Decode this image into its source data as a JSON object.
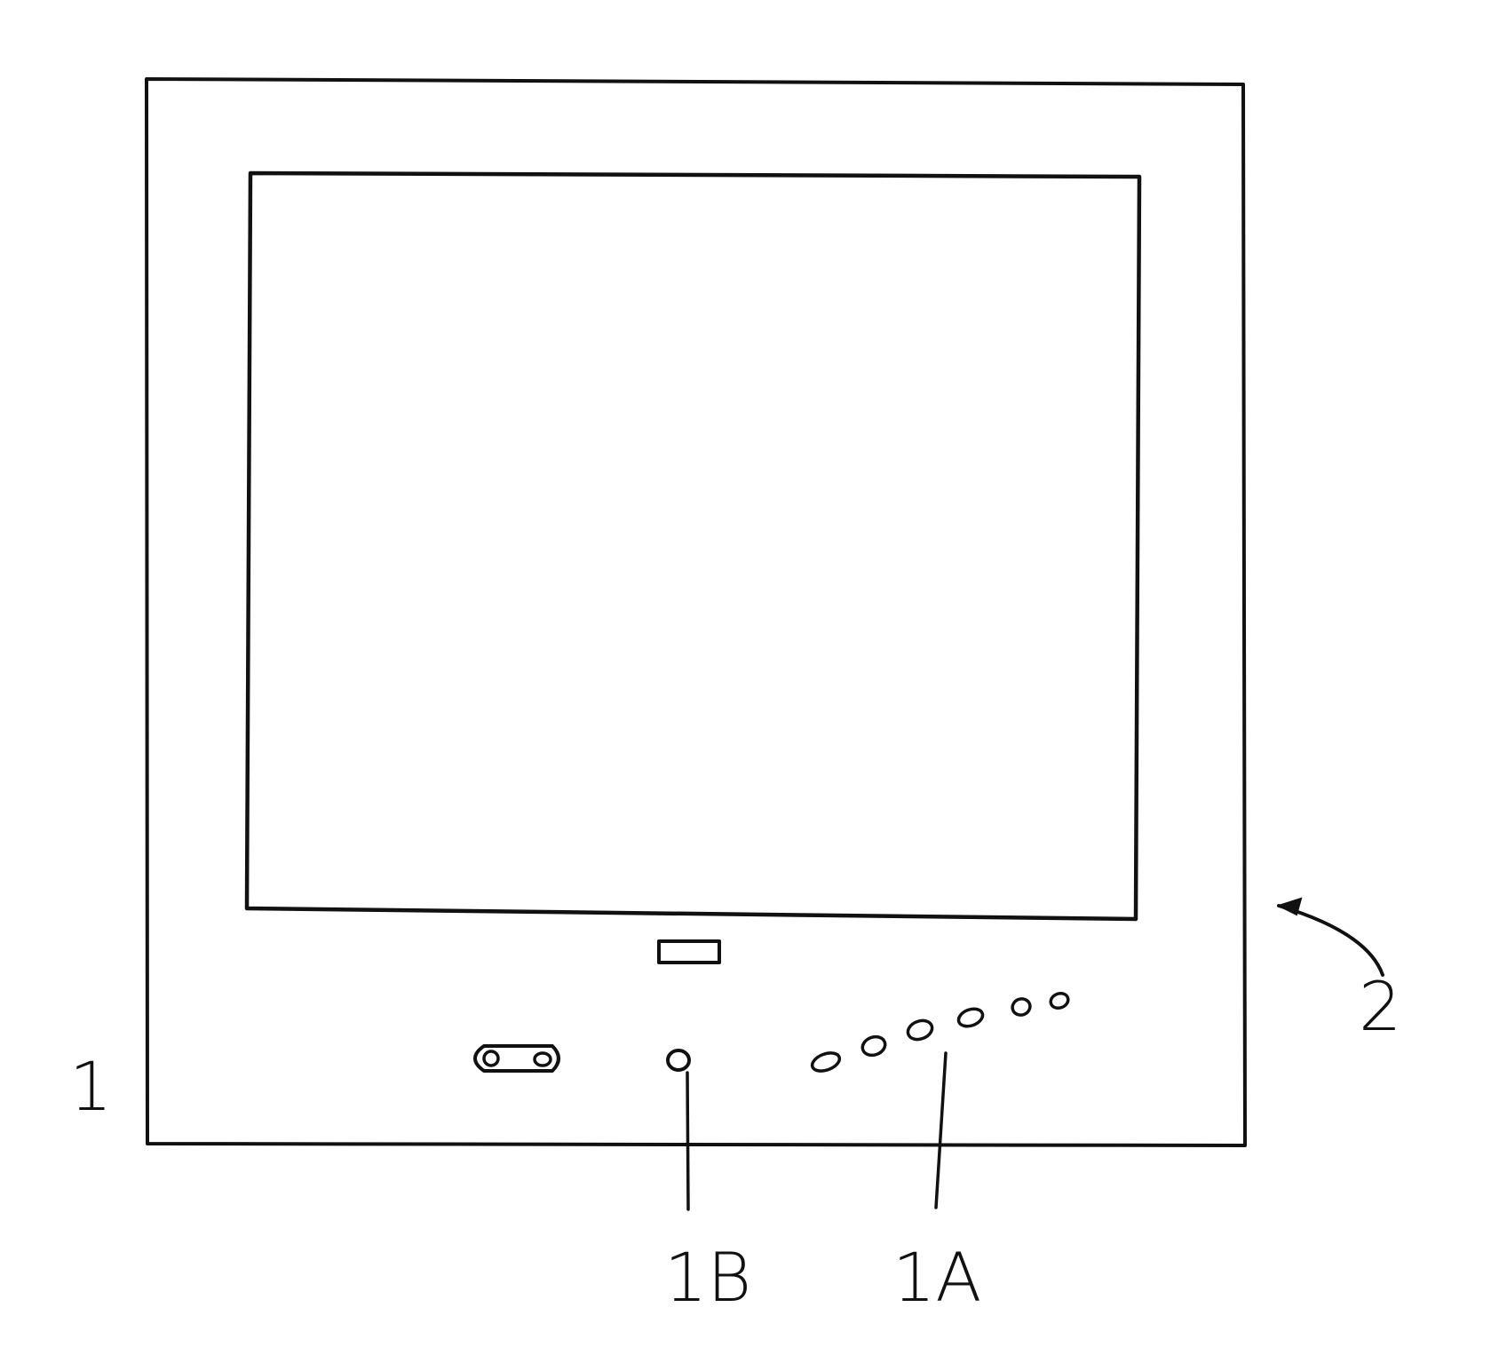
{
  "colors": {
    "ink": "#111111",
    "paper": "#ffffff"
  },
  "labels": {
    "device": "1",
    "device_arrow": "2",
    "sensor": "1B",
    "buttons": "1A"
  }
}
